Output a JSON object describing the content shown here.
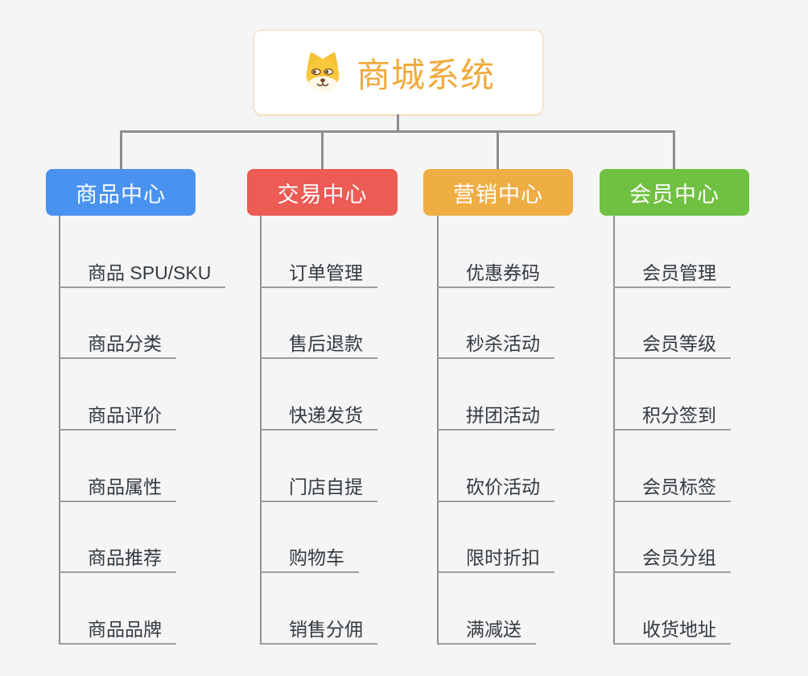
{
  "root": {
    "title": "商城系统",
    "icon": "shiba-dog-icon"
  },
  "colors": {
    "background": "#f5f5f6",
    "connector_line": "#8c8c8c",
    "leaf_underline": "#9c9c9c",
    "leaf_text": "#333a40",
    "root_text": "#f2a93b",
    "root_border": "#f2b264",
    "branch_product": "#4a92f0",
    "branch_trade": "#ed5b55",
    "branch_marketing": "#efae43",
    "branch_member": "#70c142"
  },
  "branches": [
    {
      "label": "商品中心",
      "color": "#4a92f0",
      "items": [
        "商品 SPU/SKU",
        "商品分类",
        "商品评价",
        "商品属性",
        "商品推荐",
        "商品品牌"
      ]
    },
    {
      "label": "交易中心",
      "color": "#ed5b55",
      "items": [
        "订单管理",
        "售后退款",
        "快递发货",
        "门店自提",
        "购物车",
        "销售分佣"
      ]
    },
    {
      "label": "营销中心",
      "color": "#efae43",
      "items": [
        "优惠券码",
        "秒杀活动",
        "拼团活动",
        "砍价活动",
        "限时折扣",
        "满减送"
      ]
    },
    {
      "label": "会员中心",
      "color": "#70c142",
      "items": [
        "会员管理",
        "会员等级",
        "积分签到",
        "会员标签",
        "会员分组",
        "收货地址"
      ]
    }
  ]
}
